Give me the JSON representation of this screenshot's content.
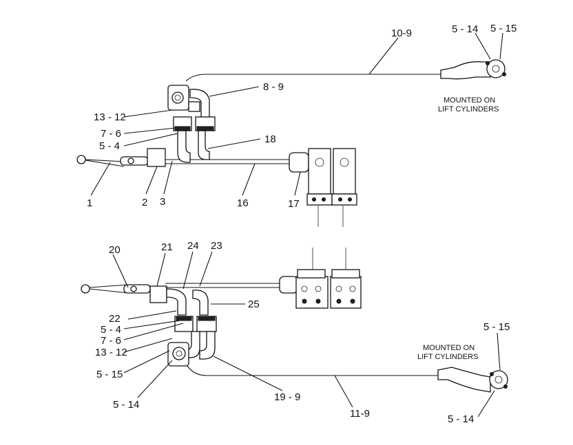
{
  "callouts": {
    "c10_9": "10-9",
    "c5_14_top": "5 - 14",
    "c5_15_top": "5 - 15",
    "c8_9": "8 - 9",
    "c13_12_top": "13 - 12",
    "c7_6_top": "7 - 6",
    "c5_4_top": "5 - 4",
    "c18": "18",
    "c1": "1",
    "c2": "2",
    "c3": "3",
    "c16": "16",
    "c17": "17",
    "c20": "20",
    "c21": "21",
    "c24": "24",
    "c23": "23",
    "c25": "25",
    "c22": "22",
    "c5_4_bot": "5 - 4",
    "c7_6_bot": "7 - 6",
    "c13_12_bot": "13 - 12",
    "c5_15_left": "5 - 15",
    "c5_14_left": "5 - 14",
    "c19_9": "19 - 9",
    "c11_9": "11-9",
    "c5_15_right": "5 - 15",
    "c5_14_right": "5 - 14"
  },
  "notes": {
    "top_line1": "MOUNTED ON",
    "top_line2": "LIFT CYLINDERS",
    "bot_line1": "MOUNTED ON",
    "bot_line2": "LIFT CYLINDERS"
  }
}
